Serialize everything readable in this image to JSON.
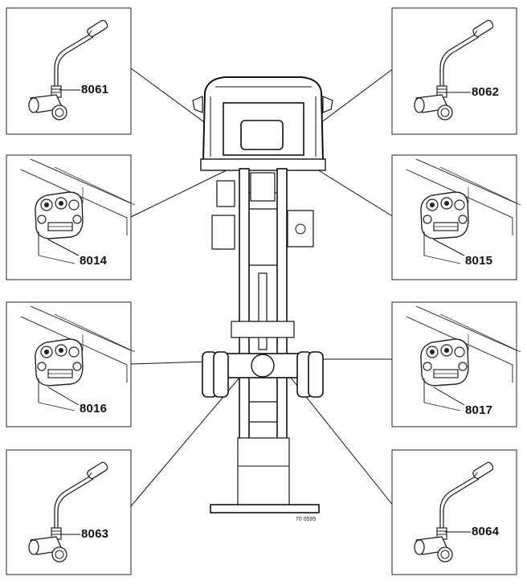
{
  "labels": {
    "front_left_sensor": "8061",
    "front_right_sensor": "8062",
    "front_left_modulator": "8014",
    "front_right_modulator": "8015",
    "rear_left_modulator": "8016",
    "rear_right_modulator": "8017",
    "rear_left_sensor": "8063",
    "rear_right_sensor": "8064"
  },
  "figure_code": "70 0595"
}
